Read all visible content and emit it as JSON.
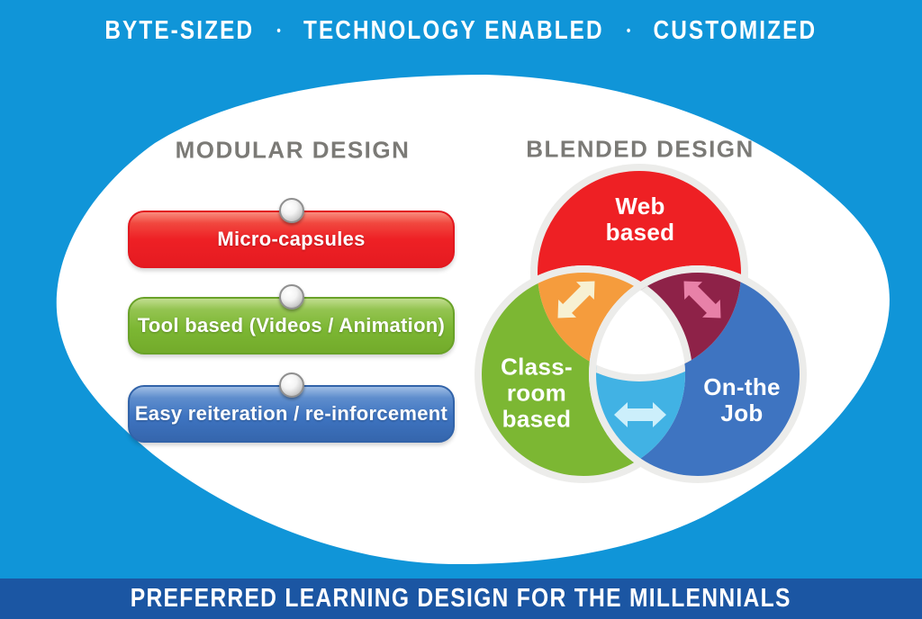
{
  "header": {
    "items": [
      "BYTE-SIZED",
      "TECHNOLOGY ENABLED",
      "CUSTOMIZED"
    ],
    "separator": "•"
  },
  "modular": {
    "title": "MODULAR DESIGN",
    "items": [
      {
        "label": "Micro-capsules",
        "color": "#EE2025"
      },
      {
        "label": "Tool based (Videos / Animation)",
        "color": "#7CB733"
      },
      {
        "label": "Easy reiteration / re-inforcement",
        "color": "#3E74C1"
      }
    ]
  },
  "blended": {
    "title": "BLENDED DESIGN",
    "circles": [
      {
        "label": "Web\nbased",
        "color": "#EE2024"
      },
      {
        "label": "Class-\nroom\nbased",
        "color": "#7CB733"
      },
      {
        "label": "On-the\nJob",
        "color": "#3E74C1"
      }
    ],
    "overlaps": [
      {
        "name": "web-classroom",
        "color": "#F59C3D",
        "arrow_color": "#F7F1D3"
      },
      {
        "name": "web-onthejob",
        "color": "#8E2248",
        "arrow_color": "#E881A8"
      },
      {
        "name": "classroom-onthejob",
        "color": "#41B2E4",
        "arrow_color": "#CCEFFB"
      }
    ],
    "rim_color": "#ECECEA",
    "center_color": "#FFFFFF"
  },
  "footer": {
    "title": "PREFERRED LEARNING DESIGN FOR THE MILLENNIALS"
  },
  "colors": {
    "background": "#1095D8",
    "footer_bar": "#1B56A3",
    "heading_gray": "#7B7A76",
    "backdrop": "#FFFFFF",
    "text_light": "#FFFFFF"
  }
}
